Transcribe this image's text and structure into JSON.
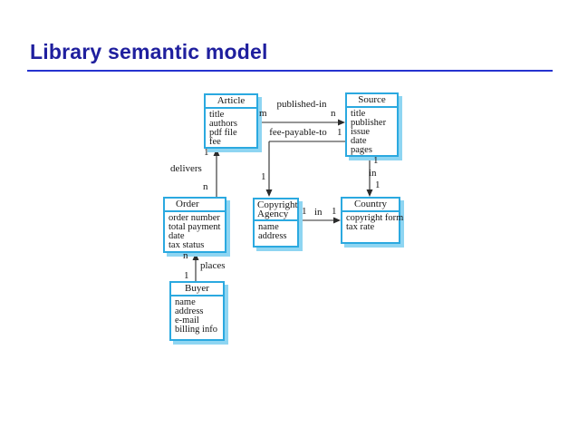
{
  "slide": {
    "title": "Library semantic model"
  },
  "colors": {
    "title": "#1F1F9E",
    "rule": "#2633CF",
    "box_border": "#2BA9E0",
    "box_shadow": "#8ED5F2",
    "connector": "#2B2B2B"
  },
  "entities": [
    {
      "name": "Article",
      "attributes": [
        "title",
        "authors",
        "pdf file",
        "fee"
      ]
    },
    {
      "name": "Source",
      "attributes": [
        "title",
        "publisher",
        "issue",
        "date",
        "pages"
      ]
    },
    {
      "name": "Order",
      "attributes": [
        "order number",
        "total payment",
        "date",
        "tax status"
      ]
    },
    {
      "name": "Copyright Agency",
      "attributes": [
        "name",
        "address"
      ]
    },
    {
      "name": "Country",
      "attributes": [
        "copyright form",
        "tax rate"
      ]
    },
    {
      "name": "Buyer",
      "attributes": [
        "name",
        "address",
        "e-mail",
        "billing info"
      ]
    }
  ],
  "relationships": [
    {
      "label": "published-in",
      "from": "Article",
      "to": "Source",
      "from_card": "m",
      "to_card": "n"
    },
    {
      "label": "fee-payable-to",
      "from": "Source",
      "to": "Copyright Agency",
      "from_card": "1",
      "to_card": "1"
    },
    {
      "label": "delivers",
      "from": "Order",
      "to": "Article",
      "from_card": "n",
      "to_card": "1"
    },
    {
      "label": "places",
      "from": "Buyer",
      "to": "Order",
      "from_card": "1",
      "to_card": "n"
    },
    {
      "label": "in",
      "from": "Copyright Agency",
      "to": "Country",
      "from_card": "1",
      "to_card": "1"
    },
    {
      "label": "in",
      "from": "Source",
      "to": "Country",
      "from_card": "1",
      "to_card": "1"
    }
  ]
}
